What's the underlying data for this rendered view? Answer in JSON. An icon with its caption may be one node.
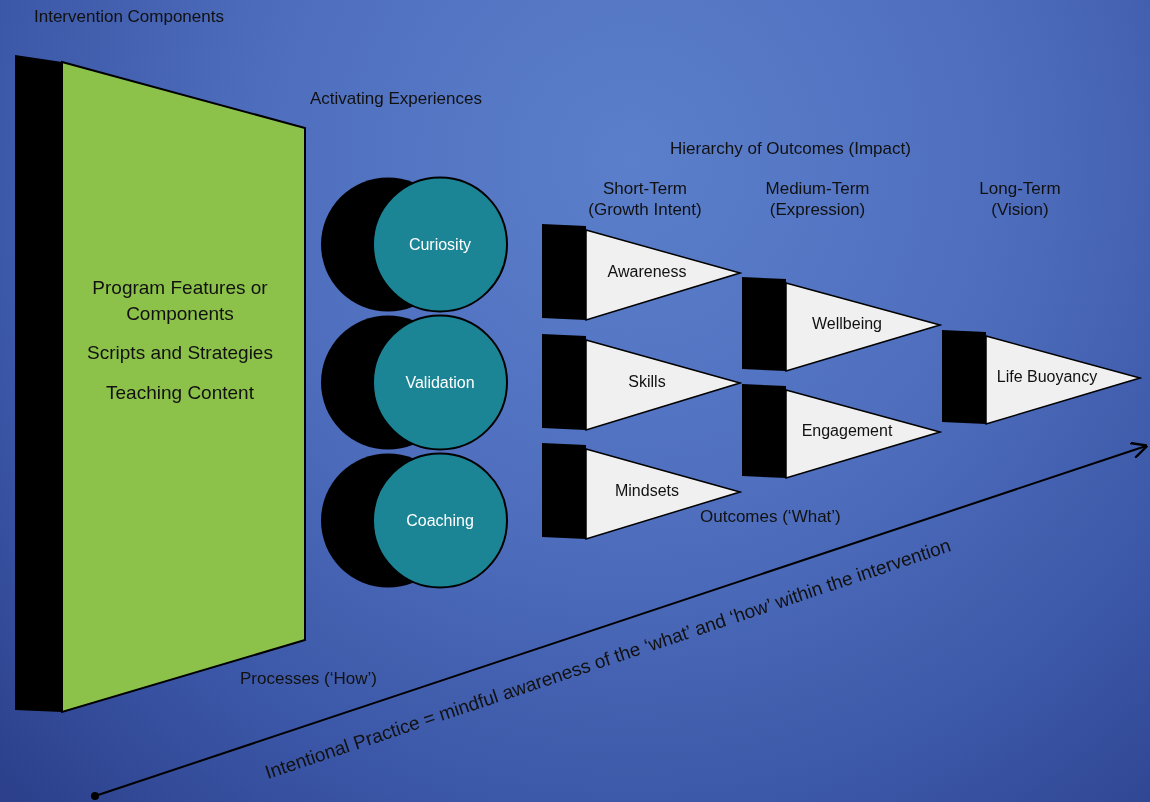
{
  "diagram": {
    "nodes": [
      {
        "text": [
          "Program Features or Components",
          "Scripts and Strategies",
          "Teaching Content"
        ]
      },
      {
        "text": [
          "Curiosity"
        ]
      },
      {
        "text": [
          "Validation"
        ]
      },
      {
        "text": [
          "Coaching"
        ]
      },
      {
        "text": [
          "Awareness"
        ]
      },
      {
        "text": [
          "Skills"
        ]
      },
      {
        "text": [
          "Mindsets"
        ]
      },
      {
        "text": [
          "Wellbeing"
        ]
      },
      {
        "text": [
          "Engagement"
        ]
      },
      {
        "text": [
          "Life Buoyancy"
        ]
      }
    ],
    "labels": [
      "Intervention Components",
      "Activating Experiences",
      "Hierarchy of Outcomes (Impact)",
      "Short-Term (Growth Intent)",
      "Medium-Term (Expression)",
      "Long-Term (Vision)",
      "Outcomes (‘What’)",
      "Processes (‘How’)",
      "Intentional Practice = mindful awareness of the ‘what’ and ‘how’ within the intervention"
    ]
  }
}
